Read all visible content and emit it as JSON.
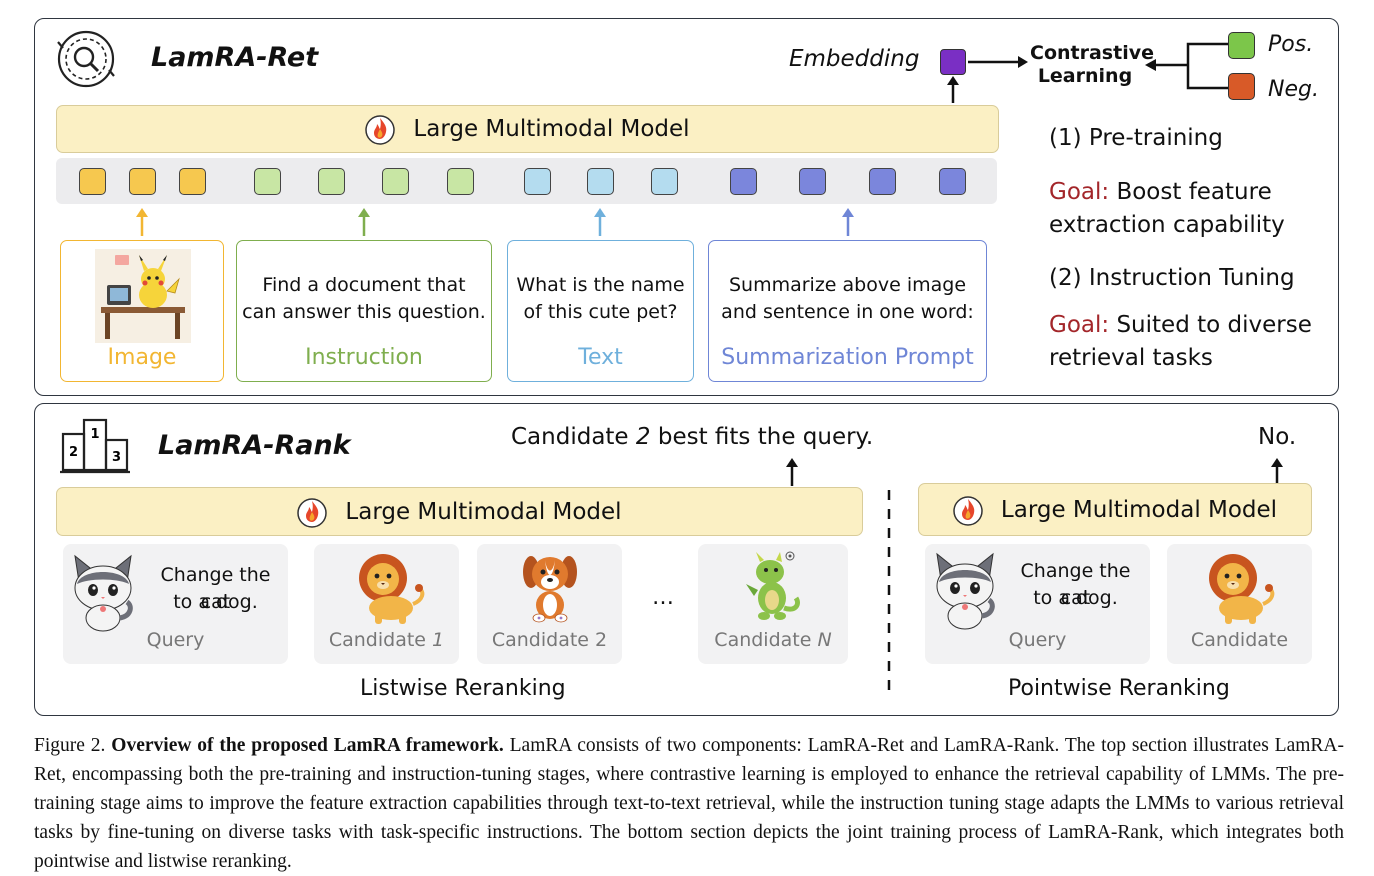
{
  "ret": {
    "title": "LamRA-Ret",
    "lmm_label": "Large Multimodal Model",
    "embedding_label": "Embedding",
    "contrastive_label_line1": "Contrastive",
    "contrastive_label_line2": "Learning",
    "pos_label": "Pos.",
    "neg_label": "Neg.",
    "stage1": "(1) Pre-training",
    "goal_word": "Goal:",
    "goal1_line1": "Boost feature",
    "goal1_line2": "extraction capability",
    "stage2": "(2) Instruction Tuning",
    "goal2_line1": "Suited to diverse",
    "goal2_line2": "retrieval tasks",
    "inputs": {
      "image_label": "Image",
      "instruction_line1": "Find a document  that",
      "instruction_line2": "can answer this question.",
      "instruction_label": "Instruction",
      "text_line1": "What is the name",
      "text_line2": "of this cute pet?",
      "text_label": "Text",
      "summ_line1": "Summarize above image",
      "summ_line2": "and sentence in one word:",
      "summ_label": "Summarization Prompt"
    },
    "colors": {
      "image": "#f2b632",
      "instruction": "#7fae4e",
      "text": "#6fb0dc",
      "summarization": "#6f86d6",
      "embedding": "#7a2fc4",
      "pos": "#7cc64a",
      "neg": "#d85a28"
    }
  },
  "rank": {
    "title": "LamRA-Rank",
    "listwise_output_pre": "Candidate ",
    "listwise_output_num": "2",
    "listwise_output_post": " best fits the query.",
    "pointwise_output": "No.",
    "lmm_label": "Large Multimodal Model",
    "query_text_line1": "Change the cat",
    "query_text_line2": "to a dog.",
    "query_label": "Query",
    "cand1_pre": "Candidate ",
    "cand1_num": "1",
    "cand2_label": "Candidate 2",
    "ellipsis": "…",
    "candN_pre": "Candidate ",
    "candN_num": "N",
    "candidate_label": "Candidate",
    "listwise_label": "Listwise Reranking",
    "pointwise_label": "Pointwise Reranking"
  },
  "caption": {
    "prefix": "Figure 2. ",
    "bold": "Overview of the proposed LamRA framework.",
    "body": " LamRA consists of two components: LamRA-Ret and LamRA-Rank. The top section illustrates LamRA-Ret, encompassing both the pre-training and instruction-tuning stages, where contrastive learning is employed to enhance the retrieval capability of LMMs. The pre-training stage aims to improve the feature extraction capabilities through text-to-text retrieval, while the instruction tuning stage adapts the LMMs to various retrieval tasks by fine-tuning on diverse tasks with task-specific instructions. The bottom section depicts the joint training process of LamRA-Rank, which integrates both pointwise and listwise reranking."
  }
}
